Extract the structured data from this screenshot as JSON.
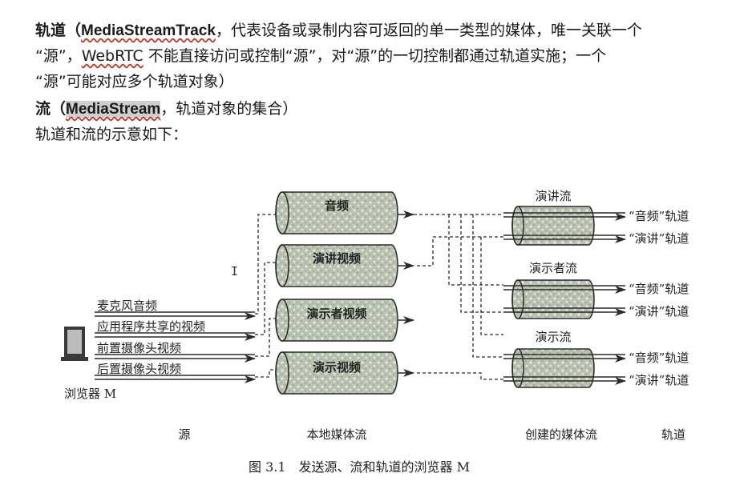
{
  "text": {
    "line1_prefix": "轨道（",
    "line1_term": "MediaStreamTrack",
    "line1_rest": "，代表设备或录制内容可返回的单一类型的媒体，唯一关联一个",
    "line2_a": "“源”，",
    "line2_term": "WebRTC",
    "line2_rest": " 不能直接访问或控制“源”，对“源”的一切控制都通过轨道实施；一个",
    "line3": "“源”可能对应多个轨道对象）",
    "line4_prefix": "流（",
    "line4_term": "MediaStream",
    "line4_rest": "，轨道对象的集合）",
    "line5": "轨道和流的示意如下："
  },
  "diagram": {
    "browser_label": "浏览器 M",
    "sources": [
      "麦克风音频",
      "应用程序共享的视频",
      "前置摄像头视频",
      "后置摄像头视频"
    ],
    "local_streams": [
      "音频",
      "演讲视频",
      "演示者视频",
      "演示视频"
    ],
    "created_streams": [
      {
        "name": "演讲流",
        "tracks": [
          "“音频”轨道",
          "“演讲”轨道"
        ]
      },
      {
        "name": "演示者流",
        "tracks": [
          "“音频”轨道",
          "“演讲”轨道"
        ]
      },
      {
        "name": "演示流",
        "tracks": [
          "“音频”轨道",
          "“演讲”轨道"
        ]
      }
    ],
    "bottom_labels": [
      "源",
      "本地媒体流",
      "创建的媒体流",
      "轨道"
    ],
    "caption": "图 3.1　发送源、流和轨道的浏览器 M"
  },
  "colors": {
    "cylinder_fill": "#b9c2b0",
    "cylinder_speckle": "#e6ebe0",
    "line": "#2a2a2a"
  }
}
